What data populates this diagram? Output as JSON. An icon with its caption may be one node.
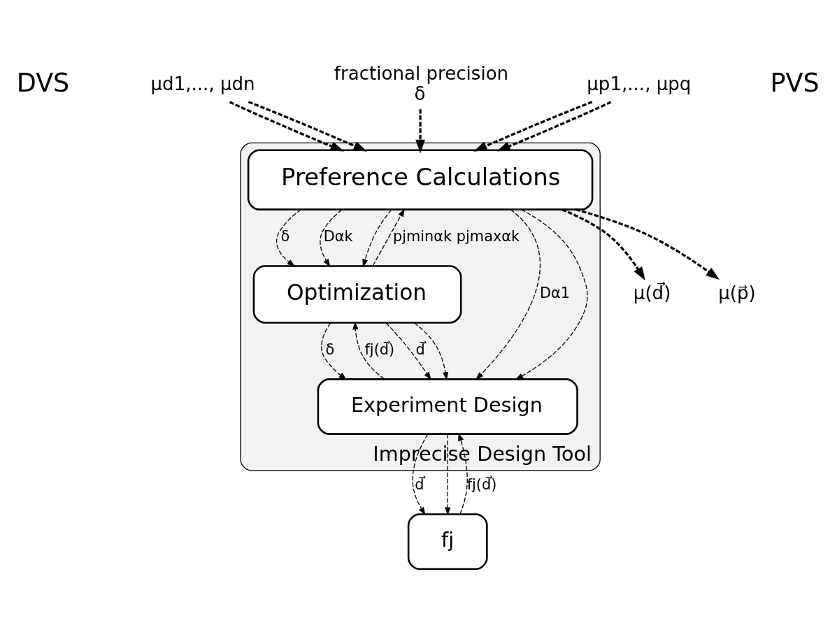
{
  "diagram": {
    "nodes": [
      {
        "text": [
          "Imprecise Design Tool"
        ]
      },
      {
        "text": [
          "Preference Calculations"
        ],
        "in": 0
      },
      {
        "text": [
          "Optimization"
        ],
        "in": 0
      },
      {
        "text": [
          "Experiment Design"
        ],
        "in": 0
      },
      {
        "text": [
          "fj"
        ]
      },
      {
        "text": [
          "μd1,..., μdn"
        ]
      },
      {
        "text": [
          "fractional precision",
          "δ"
        ]
      },
      {
        "text": [
          "μp1,..., μpq"
        ]
      },
      {
        "text": [
          "μ(d⃗)"
        ]
      },
      {
        "text": [
          "μ(p⃗)"
        ]
      }
    ],
    "edges": [
      {
        "from": 5,
        "to": 1,
        "arrow": "to",
        "style": "dashed"
      },
      {
        "from": 5,
        "to": 1,
        "arrow": "to",
        "style": "dashed"
      },
      {
        "from": 6,
        "to": 1,
        "arrow": "to",
        "style": "dashed"
      },
      {
        "from": 7,
        "to": 1,
        "arrow": "to",
        "style": "dashed"
      },
      {
        "from": 7,
        "to": 1,
        "arrow": "to",
        "style": "dashed"
      },
      {
        "from": 1,
        "to": 8,
        "arrow": "to",
        "style": "dashed"
      },
      {
        "from": 1,
        "to": 9,
        "arrow": "to",
        "style": "dashed"
      },
      {
        "from": 1,
        "to": 2,
        "arrow": "to",
        "style": "dashed",
        "label": "δ"
      },
      {
        "from": 2,
        "to": 1,
        "arrow": "to",
        "style": "dashed",
        "label": "pjminαk pjmaxαk"
      },
      {
        "from": 1,
        "to": 2,
        "arrow": "to",
        "style": "dashed",
        "label": "Dαk"
      },
      {
        "from": 1,
        "to": 2,
        "arrow": "to",
        "style": "dashed"
      },
      {
        "from": 1,
        "to": 3,
        "arrow": "to",
        "style": "dashed",
        "label": "Dα1"
      },
      {
        "from": 1,
        "to": 3,
        "arrow": "to",
        "style": "dashed"
      },
      {
        "from": 2,
        "to": 3,
        "arrow": "to",
        "style": "dashed",
        "label": "d⃗"
      },
      {
        "from": 2,
        "to": 3,
        "arrow": "to",
        "style": "dashed"
      },
      {
        "from": 2,
        "to": 3,
        "arrow": "to",
        "style": "dashed",
        "label": "δ"
      },
      {
        "from": 3,
        "to": 2,
        "arrow": "to",
        "style": "dashed",
        "label": "fj(d⃗)"
      },
      {
        "from": 3,
        "to": 4,
        "arrow": "to",
        "style": "dashed",
        "label": "d⃗"
      },
      {
        "from": 3,
        "to": 4,
        "arrow": "to",
        "style": "dashed"
      },
      {
        "from": 4,
        "to": 3,
        "arrow": "to",
        "style": "dashed",
        "label": "fj(d⃗)"
      }
    ],
    "labels": [
      "DVS",
      "PVS"
    ]
  }
}
